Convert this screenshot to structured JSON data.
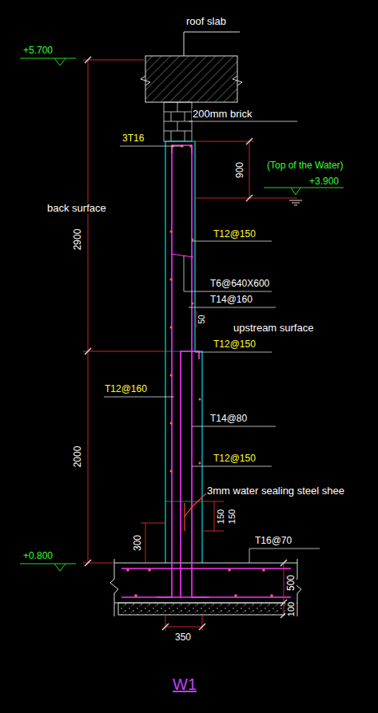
{
  "diagram": {
    "title": "W1",
    "labels": [
      "+5.700",
      "roof slab",
      "200mm brick",
      "3T16",
      "900",
      "(Top of the Water)",
      "+3.900",
      "back surface",
      "2900",
      "T12@150",
      "T6@640X600",
      "T14@160",
      "50",
      "upstream surface",
      "T12@150",
      "T12@160",
      "T14@80",
      "T12@150",
      "2000",
      "3mm water sealing steel shee",
      "150",
      "150",
      "300",
      "+0.800",
      "T16@70",
      "500",
      "100",
      "350"
    ]
  }
}
